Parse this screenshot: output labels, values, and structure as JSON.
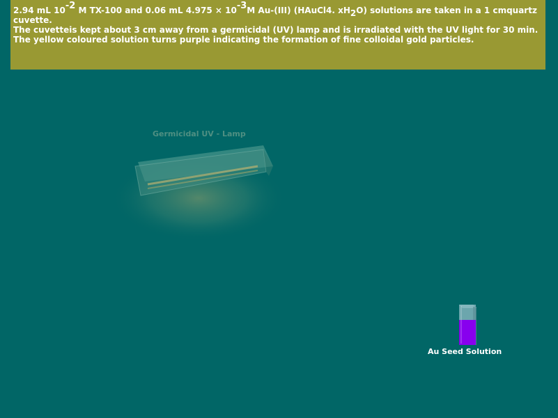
{
  "instructions": {
    "line1": {
      "part1": "2.94 mL 10",
      "exp1": "-2",
      "part2": " M TX-100 and 0.06 mL 4.975 × 10",
      "exp2": "-3",
      "part3": "M Au-(III) (HAuCl4. xH",
      "sub1": "2",
      "part4": "O) solutions are taken in a 1 cmquartz cuvette."
    },
    "line2": "The cuvetteis kept about 3 cm away from a germicidal (UV) lamp and is irradiated with the UV light for 30 min.",
    "line3": "The yellow coloured solution turns purple indicating the formation of fine colloidal gold particles."
  },
  "lamp": {
    "label": "Germicidal UV - Lamp",
    "icon": "uv-lamp-icon"
  },
  "cuvette": {
    "label": "Au Seed Solution",
    "icon": "cuvette-icon",
    "solution_color": "#8800ee"
  },
  "colors": {
    "background": "#016666",
    "panel": "#999933",
    "text": "#ffffff"
  }
}
